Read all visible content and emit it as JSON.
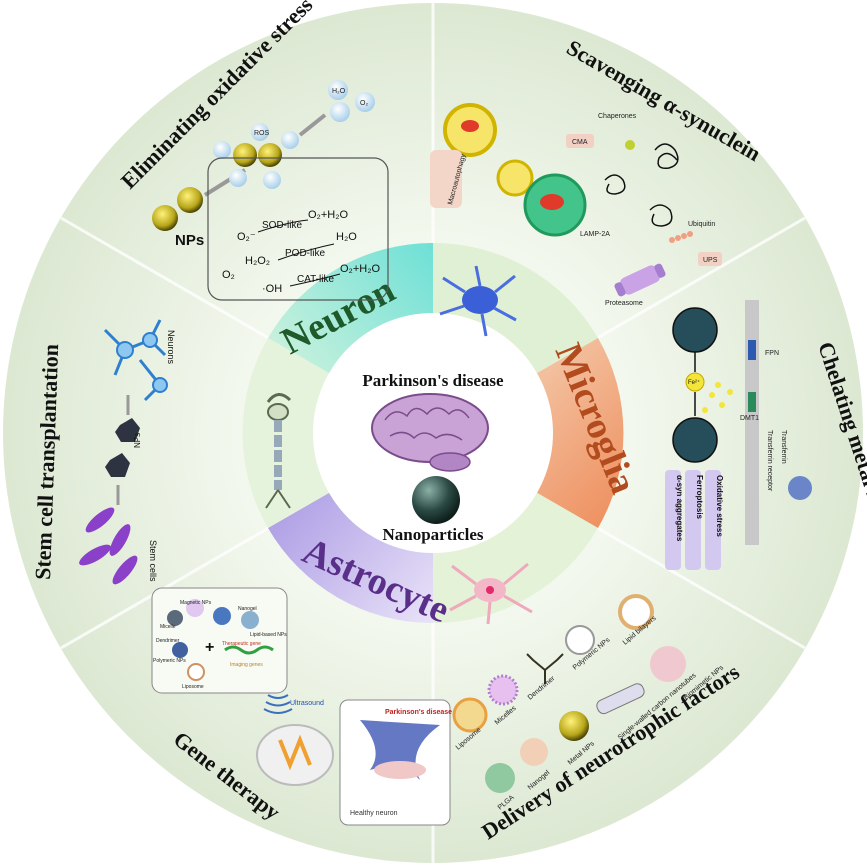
{
  "center": {
    "title": "Parkinson's disease",
    "subtitle": "Nanoparticles"
  },
  "ring": {
    "neuron": "Neuron",
    "microglia": "Microglia",
    "astrocyte": "Astrocyte"
  },
  "sectors": {
    "oxidative": "Eliminating oxidative stress",
    "synuclein": "Scavenging α-synuclein",
    "chelating": "Chelating metal ions",
    "neurotrophic": "Delivery of neurotrophic factors",
    "gene": "Gene therapy",
    "stemcell": "Stem cell transplantation"
  },
  "oxidative": {
    "nps": "NPs",
    "h2o": "H₂O",
    "o2": "O₂",
    "ros": "ROS",
    "o2_label": "O₂",
    "o2_radical": "O₂⁻",
    "h2o2": "H₂O₂",
    "oh": "·OH",
    "sod": "SOD-like",
    "pod": "POD-like",
    "cat": "CAT-like",
    "sod_product": "O₂+H₂O",
    "pod_product": "H₂O",
    "cat_product": "O₂+H₂O"
  },
  "synuclein": {
    "chaperones": "Chaperones",
    "cma": "CMA",
    "macroautophagy": "Macroautophagy",
    "lamp": "LAMP-2A",
    "ubiquitin": "Ubiquitin",
    "ups": "UPS",
    "proteasome": "Proteasome"
  },
  "chelating": {
    "fpn": "FPN",
    "dmt1": "DMT1",
    "fe": "Fe²⁺",
    "transferrin": "Transferrin",
    "receptor": "Transferrin receptor",
    "oxidative": "Oxidative stress",
    "ferroptosis": "Ferroptosis",
    "aggregates": "α-syn aggregates"
  },
  "neurotrophic": {
    "liposome": "Liposome",
    "micelles": "Micelles",
    "dendrimer": "Dendrimer",
    "polymeric": "Polymeric NPs",
    "lipid": "Lipid bilayers",
    "biomimetic": "Biomimetic NPs",
    "swcnt": "Single-walled carbon nanotubes",
    "metal": "Metal NPs",
    "nanogel": "Nanogel",
    "plga": "PLGA"
  },
  "gene": {
    "magnetic": "Magnetic NPs",
    "micelle": "Micelle",
    "nanogel": "Nanogel",
    "dendrimer": "Dendrimer",
    "lipid_based": "Lipid-based NPs",
    "polymeric": "Polymeric NPs",
    "liposome": "Liposome",
    "therapeutic": "Therapeutic gene",
    "imaging": "Imaging genes",
    "ultrasound": "Ultrasound",
    "pd": "Parkinson's disease",
    "healthy": "Healthy neuron"
  },
  "stemcell": {
    "neurons": "Neurons",
    "nps": "NPs",
    "stem": "Stem cells"
  },
  "colors": {
    "neuron": "#7fe3d6",
    "microglia": "#f0a070",
    "astrocyte": "#a99be0",
    "ring_green": "#e3f2d4",
    "brain": "#c7a6d6"
  }
}
